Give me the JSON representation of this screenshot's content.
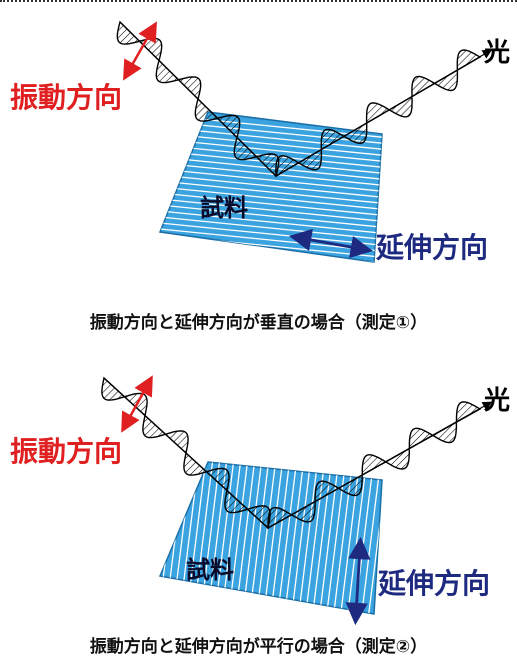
{
  "colors": {
    "sample_fill": "#3ba3df",
    "stripe": "#ffffff",
    "vibration_arrow": "#e02020",
    "stretch_arrow": "#1e2a80",
    "wave": "#000000"
  },
  "panel1": {
    "light_label": "光",
    "vibration_label": "振動方向",
    "sample_label": "試料",
    "stretch_label": "延伸方向",
    "caption": "振動方向と延伸方向が垂直の場合（測定①）"
  },
  "panel2": {
    "light_label": "光",
    "vibration_label": "振動方向",
    "sample_label": "試料",
    "stretch_label": "延伸方向",
    "caption": "振動方向と延伸方向が平行の場合（測定②）"
  }
}
